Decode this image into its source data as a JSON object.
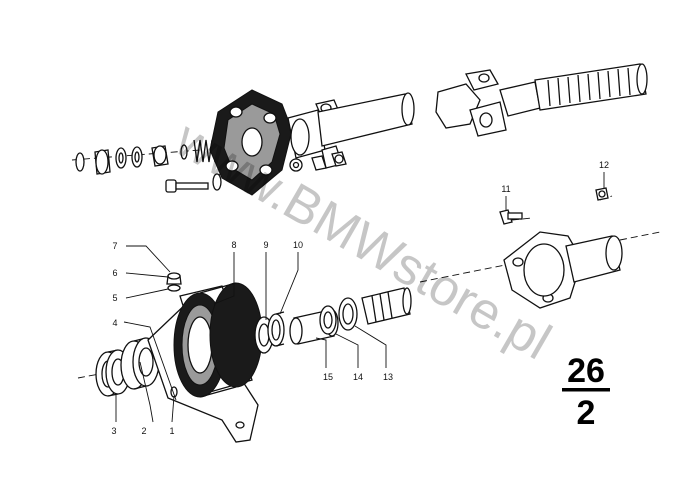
{
  "diagram": {
    "watermark": "www.BMWstore.pl",
    "group": {
      "main": "26",
      "sub": "2"
    },
    "callouts": [
      {
        "id": "1",
        "label": "1"
      },
      {
        "id": "2",
        "label": "2"
      },
      {
        "id": "3",
        "label": "3"
      },
      {
        "id": "4",
        "label": "4"
      },
      {
        "id": "5",
        "label": "5"
      },
      {
        "id": "6",
        "label": "6"
      },
      {
        "id": "7",
        "label": "7"
      },
      {
        "id": "8",
        "label": "8"
      },
      {
        "id": "9",
        "label": "9"
      },
      {
        "id": "10",
        "label": "10"
      },
      {
        "id": "11",
        "label": "11"
      },
      {
        "id": "12",
        "label": "12"
      },
      {
        "id": "13",
        "label": "13"
      },
      {
        "id": "14",
        "label": "14"
      },
      {
        "id": "15",
        "label": "15"
      }
    ]
  }
}
